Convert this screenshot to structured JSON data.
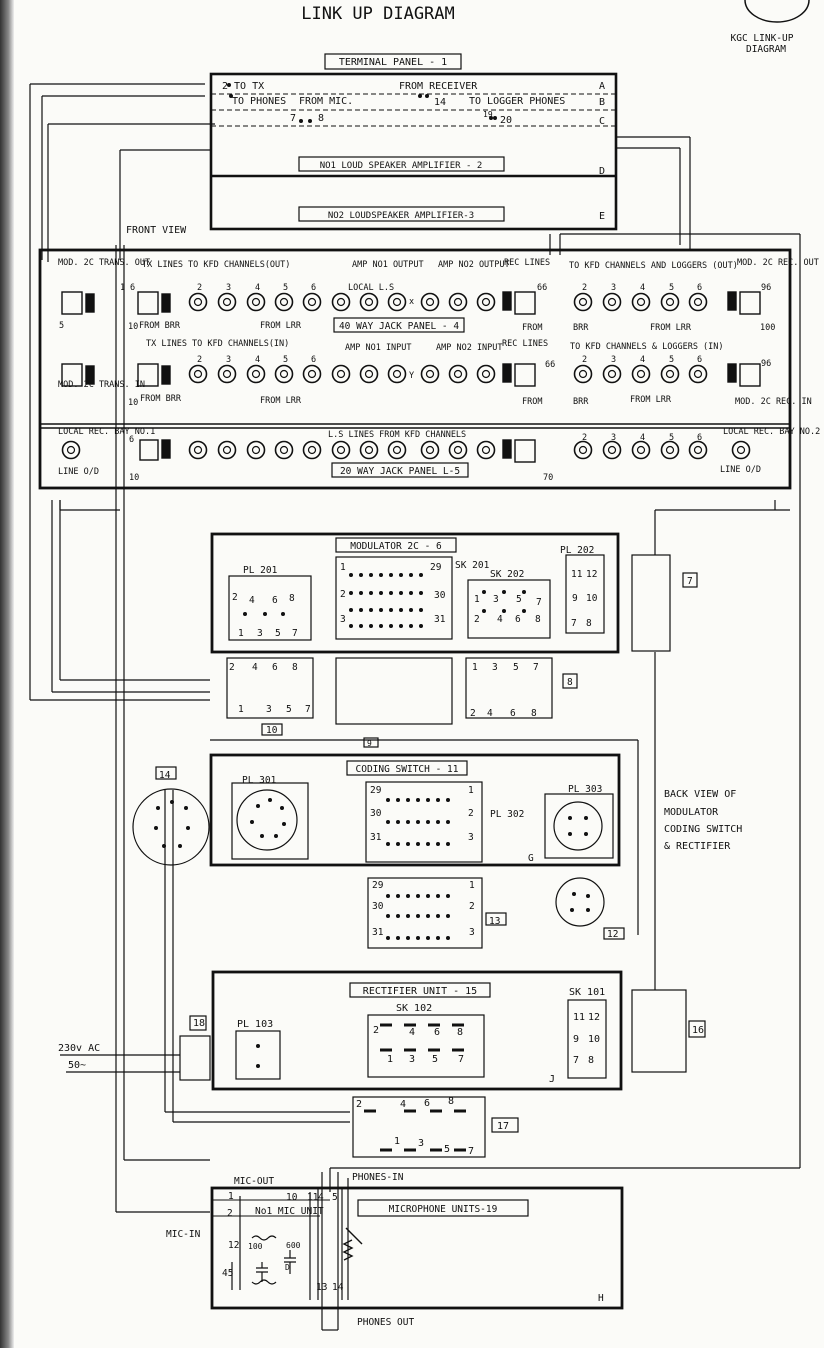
{
  "title": "LINK UP DIAGRAM",
  "seal": {
    "line1": "KGC LINK-UP",
    "line2": "DIAGRAM"
  },
  "front_view": "FRONT VIEW",
  "terminal_panel": {
    "title": "TERMINAL PANEL - 1",
    "to_tx": "2 TO TX",
    "from_receiver": "FROM RECEIVER",
    "to_phones": "TO PHONES",
    "from_mic": "FROM MIC.",
    "to_logger_phones": "TO LOGGER PHONES",
    "rows": [
      "A",
      "B",
      "C",
      "D",
      "E"
    ],
    "terminals": {
      "t7": "7",
      "t8": "8",
      "t14": "14",
      "t19": "19",
      "t20": "20"
    },
    "amp1": "NO1 LOUD SPEAKER AMPLIFIER - 2",
    "amp2": "NO2 LOUDSPEAKER AMPLIFIER-3"
  },
  "jack_panel": {
    "title": "40 WAY JACK PANEL - 4",
    "title2": "20 WAY JACK PANEL L-5",
    "mod_trans_out": "MOD. 2C TRANS. OUT",
    "mod_trans_in": "MOD. 2C TRANS. IN",
    "mod_rec_out": "MOD. 2C REC. OUT",
    "mod_rec_in": "MOD. 2C REC. IN",
    "local_rec_bay1": "LOCAL REC. BAY NO.1",
    "local_rec_bay2": "LOCAL REC. BAY NO.2",
    "line_od_left": "LINE O/D",
    "line_od_right": "LINE O/D",
    "tx_out": "TX LINES TO KFD CHANNELS(OUT)",
    "tx_in": "TX LINES TO KFD CHANNELS(IN)",
    "amp1_output": "AMP NO1 OUTPUT",
    "amp2_output": "AMP NO2 OUTPUT",
    "amp1_input": "AMP NO1 INPUT",
    "amp2_input": "AMP NO2 INPUT",
    "local_ls": "LOCAL L.S",
    "rec_lines": "REC LINES",
    "rec_lines2": "REC LINES",
    "to_kfd_loggers_out": "TO KFD CHANNELS AND LOGGERS (OUT)",
    "to_kfd_loggers_in": "TO KFD CHANNELS & LOGGERS (IN)",
    "from_brr": "FROM BRR",
    "from_lrr": "FROM LRR",
    "from": "FROM",
    "brr": "BRR",
    "ls_lines": "L.S LINES FROM KFD CHANNELS",
    "jack_numbers": [
      "2",
      "3",
      "4",
      "5",
      "6"
    ],
    "n1": "1",
    "n5": "5",
    "n6": "6",
    "n10": "10",
    "n66": "66",
    "n70": "70",
    "n96": "96",
    "n100": "100",
    "x": "x",
    "y": "Y"
  },
  "modulator": {
    "title": "MODULATOR 2C - 6",
    "pl201": "PL 201",
    "pl202": "PL 202",
    "sk201": "SK 201",
    "sk202": "SK 202",
    "pins_top": [
      "2",
      "4",
      "6",
      "8"
    ],
    "pins_bottom": [
      "1",
      "3",
      "5",
      "7"
    ],
    "n29": "29",
    "n30": "30",
    "n31": "31",
    "n1": "1",
    "n2": "2",
    "n3": "3",
    "pl202_pins": [
      "11",
      "12",
      "9",
      "10",
      "7",
      "8"
    ]
  },
  "coding_switch": {
    "title": "CODING SWITCH - 11",
    "pl301": "PL 301",
    "pl302": "PL 302",
    "pl303": "PL 303",
    "letter": "G"
  },
  "back_view": [
    "BACK VIEW OF",
    "MODULATOR",
    "CODING SWITCH",
    "& RECTIFIER"
  ],
  "rectifier": {
    "title": "RECTIFIER UNIT - 15",
    "sk102": "SK 102",
    "sk101": "SK 101",
    "pl103": "PL 103",
    "letter": "J",
    "pins_top": [
      "2",
      "4",
      "6",
      "8"
    ],
    "pins_bottom": [
      "1",
      "3",
      "5",
      "7"
    ]
  },
  "ac_supply": {
    "line1": "230v AC",
    "line2": "50~"
  },
  "microphone": {
    "title": "MICROPHONE UNITS-19",
    "mic_out": "MIC-OUT",
    "mic_in": "MIC-IN",
    "phones_in": "PHONES-IN",
    "phones_out": "PHONES OUT",
    "unit": "No1 MIC UNIT",
    "letter": "H",
    "pins": {
      "p1": "1",
      "p2": "2",
      "p12": "12",
      "p45": "45",
      "p10": "10",
      "p11": "11",
      "p4": "4",
      "p5": "5",
      "p13": "13",
      "p14": "14"
    },
    "values": {
      "r1": "100",
      "r2": "600",
      "l": "D"
    }
  },
  "refs": {
    "r7": "7",
    "r8": "8",
    "r9": "9",
    "r10": "10",
    "r12": "12",
    "r13": "13",
    "r14": "14",
    "r16": "16",
    "r17": "17",
    "r18": "18"
  },
  "ink_color": "#111111",
  "paper_color": "#fbfbf8"
}
